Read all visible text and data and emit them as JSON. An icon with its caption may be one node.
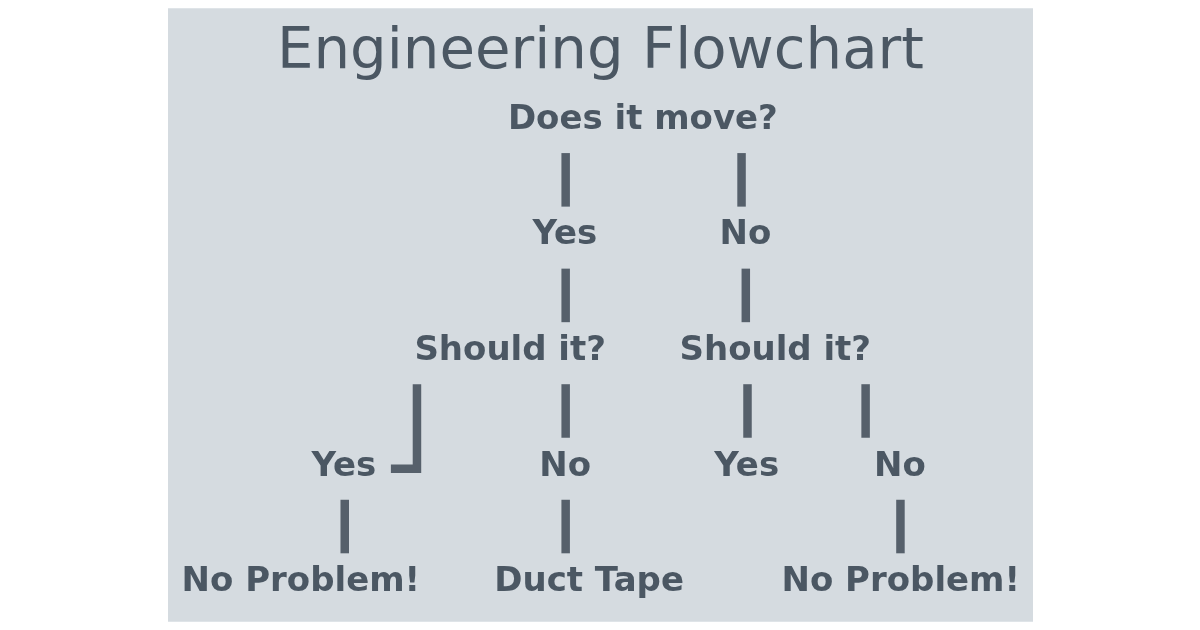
{
  "diagram": {
    "title": "Engineering Flowchart",
    "nodes": [
      {
        "text": [
          "Does it move?"
        ]
      },
      {
        "text": [
          "Yes"
        ]
      },
      {
        "text": [
          "No"
        ]
      },
      {
        "text": [
          "Should it?"
        ]
      },
      {
        "text": [
          "Should it?"
        ]
      },
      {
        "text": [
          "Yes"
        ]
      },
      {
        "text": [
          "No"
        ]
      },
      {
        "text": [
          "No Problem!"
        ]
      },
      {
        "text": [
          "Duct Tape"
        ]
      },
      {
        "text": [
          "Yes"
        ]
      },
      {
        "text": [
          "No"
        ]
      },
      {
        "text": [
          "No Problem!"
        ]
      }
    ],
    "edges": [
      {
        "from": 0,
        "to": 1,
        "arrow": "none"
      },
      {
        "from": 0,
        "to": 2,
        "arrow": "none"
      },
      {
        "from": 1,
        "to": 3,
        "arrow": "none"
      },
      {
        "from": 2,
        "to": 4,
        "arrow": "none"
      },
      {
        "from": 3,
        "to": 5,
        "arrow": "none"
      },
      {
        "from": 3,
        "to": 6,
        "arrow": "none"
      },
      {
        "from": 5,
        "to": 7,
        "arrow": "none"
      },
      {
        "from": 6,
        "to": 8,
        "arrow": "none"
      },
      {
        "from": 4,
        "to": 9,
        "arrow": "none"
      },
      {
        "from": 4,
        "to": 10,
        "arrow": "none"
      },
      {
        "from": 10,
        "to": 11,
        "arrow": "none"
      }
    ]
  }
}
